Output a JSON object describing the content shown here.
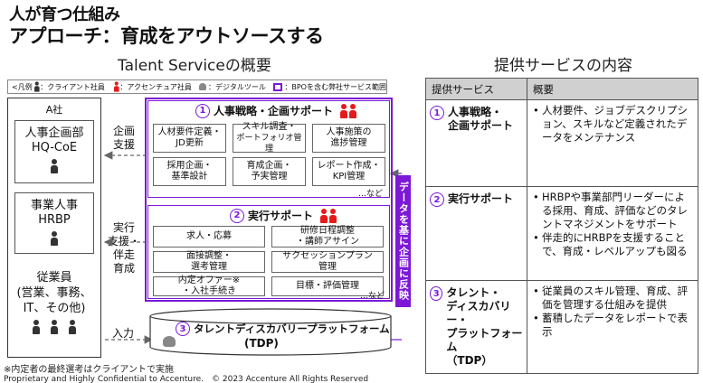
{
  "header": {
    "line1": "人が育つ仕組み",
    "line2": "アプローチ：育成をアウトソースする"
  },
  "left_title": "Talent Serviceの概要",
  "right_title": "提供サービスの内容",
  "legend": {
    "open": "<凡例",
    "client": "：クライアント社員",
    "accenture": "：アクセンチュア社員",
    "digital": "：デジタルツール",
    "bpo": "：BPOを含む弊社サービス範囲"
  },
  "company": {
    "label": "A社",
    "hq_line1": "人事企画部",
    "hq_line2": "HQ-CoE",
    "hrbp_line1": "事業人事",
    "hrbp_line2": "HRBP",
    "emp_line1": "従業員",
    "emp_line2": "(営業、事務、",
    "emp_line3": "IT、その他)"
  },
  "arrows": {
    "a1_line1": "企画",
    "a1_line2": "支援",
    "a2_line1": "実行",
    "a2_line2": "支援・",
    "a2_line3": "伴走",
    "a2_line4": "育成",
    "a3": "入力",
    "feedback": "データを基に企画に反映"
  },
  "strategy": {
    "num": "1",
    "title": "人事戦略・企画サポート",
    "cells": [
      {
        "l1": "人材要件定義・",
        "l2": "JD更新"
      },
      {
        "l1": "スキル調査・",
        "l2": "ポートフォリオ管理"
      },
      {
        "l1": "人事施策の",
        "l2": "進捗管理"
      },
      {
        "l1": "採用企画・",
        "l2": "基準設計"
      },
      {
        "l1": "育成企画・",
        "l2": "予実管理"
      },
      {
        "l1": "レポート作成・",
        "l2": "KPI管理"
      }
    ],
    "more": "…など"
  },
  "execution": {
    "num": "2",
    "title": "実行サポート",
    "cells": [
      {
        "l1": "求人・応募",
        "l2": ""
      },
      {
        "l1": "研修日程調整",
        "l2": "・講師アサイン"
      },
      {
        "l1": "面接調整・",
        "l2": "選考管理"
      },
      {
        "l1": "サクセッションプラン",
        "l2": "管理"
      },
      {
        "l1": "内定オファー※",
        "l2": "・入社手続き"
      },
      {
        "l1": "目標・評価管理",
        "l2": ""
      }
    ],
    "more": "…など"
  },
  "tdp": {
    "num": "3",
    "title": "タレントディスカバリープラットフォーム",
    "sub": "(TDP)"
  },
  "table": {
    "col1": "提供サービス",
    "col2": "概要",
    "rows": [
      {
        "num": "1",
        "name_l1": "人事戦略・",
        "name_l2": "企画サポート",
        "name_l3": "",
        "name_l4": "",
        "items": [
          "人材要件、ジョブデスクリプション、スキルなど定義されたデータをメンテナンス"
        ]
      },
      {
        "num": "2",
        "name_l1": "実行サポート",
        "name_l2": "",
        "name_l3": "",
        "name_l4": "",
        "items": [
          "HRBPや事業部門リーダーによる採用、育成、評価などのタレントマネジメントをサポート",
          "伴走的にHRBPを支援することで、育成・レベルアップも図る"
        ]
      },
      {
        "num": "3",
        "name_l1": "タレント・",
        "name_l2": "ディスカバリー・",
        "name_l3": "プラットフォーム",
        "name_l4": "（TDP）",
        "items": [
          "従業員のスキル管理、育成、評価を管理する仕組みを提供",
          "蓄積したデータをレポートで表示"
        ]
      }
    ]
  },
  "footnote": "※内定者の最終選考はクライアントで実施",
  "copyright": "Proprietary and Highly Confidential to Accenture.　© 2023 Accenture All Rights Reserved",
  "colors": {
    "accent": "#7c18d6",
    "accenture": "#e51b1b",
    "header_fill": "#d0d0d0"
  }
}
